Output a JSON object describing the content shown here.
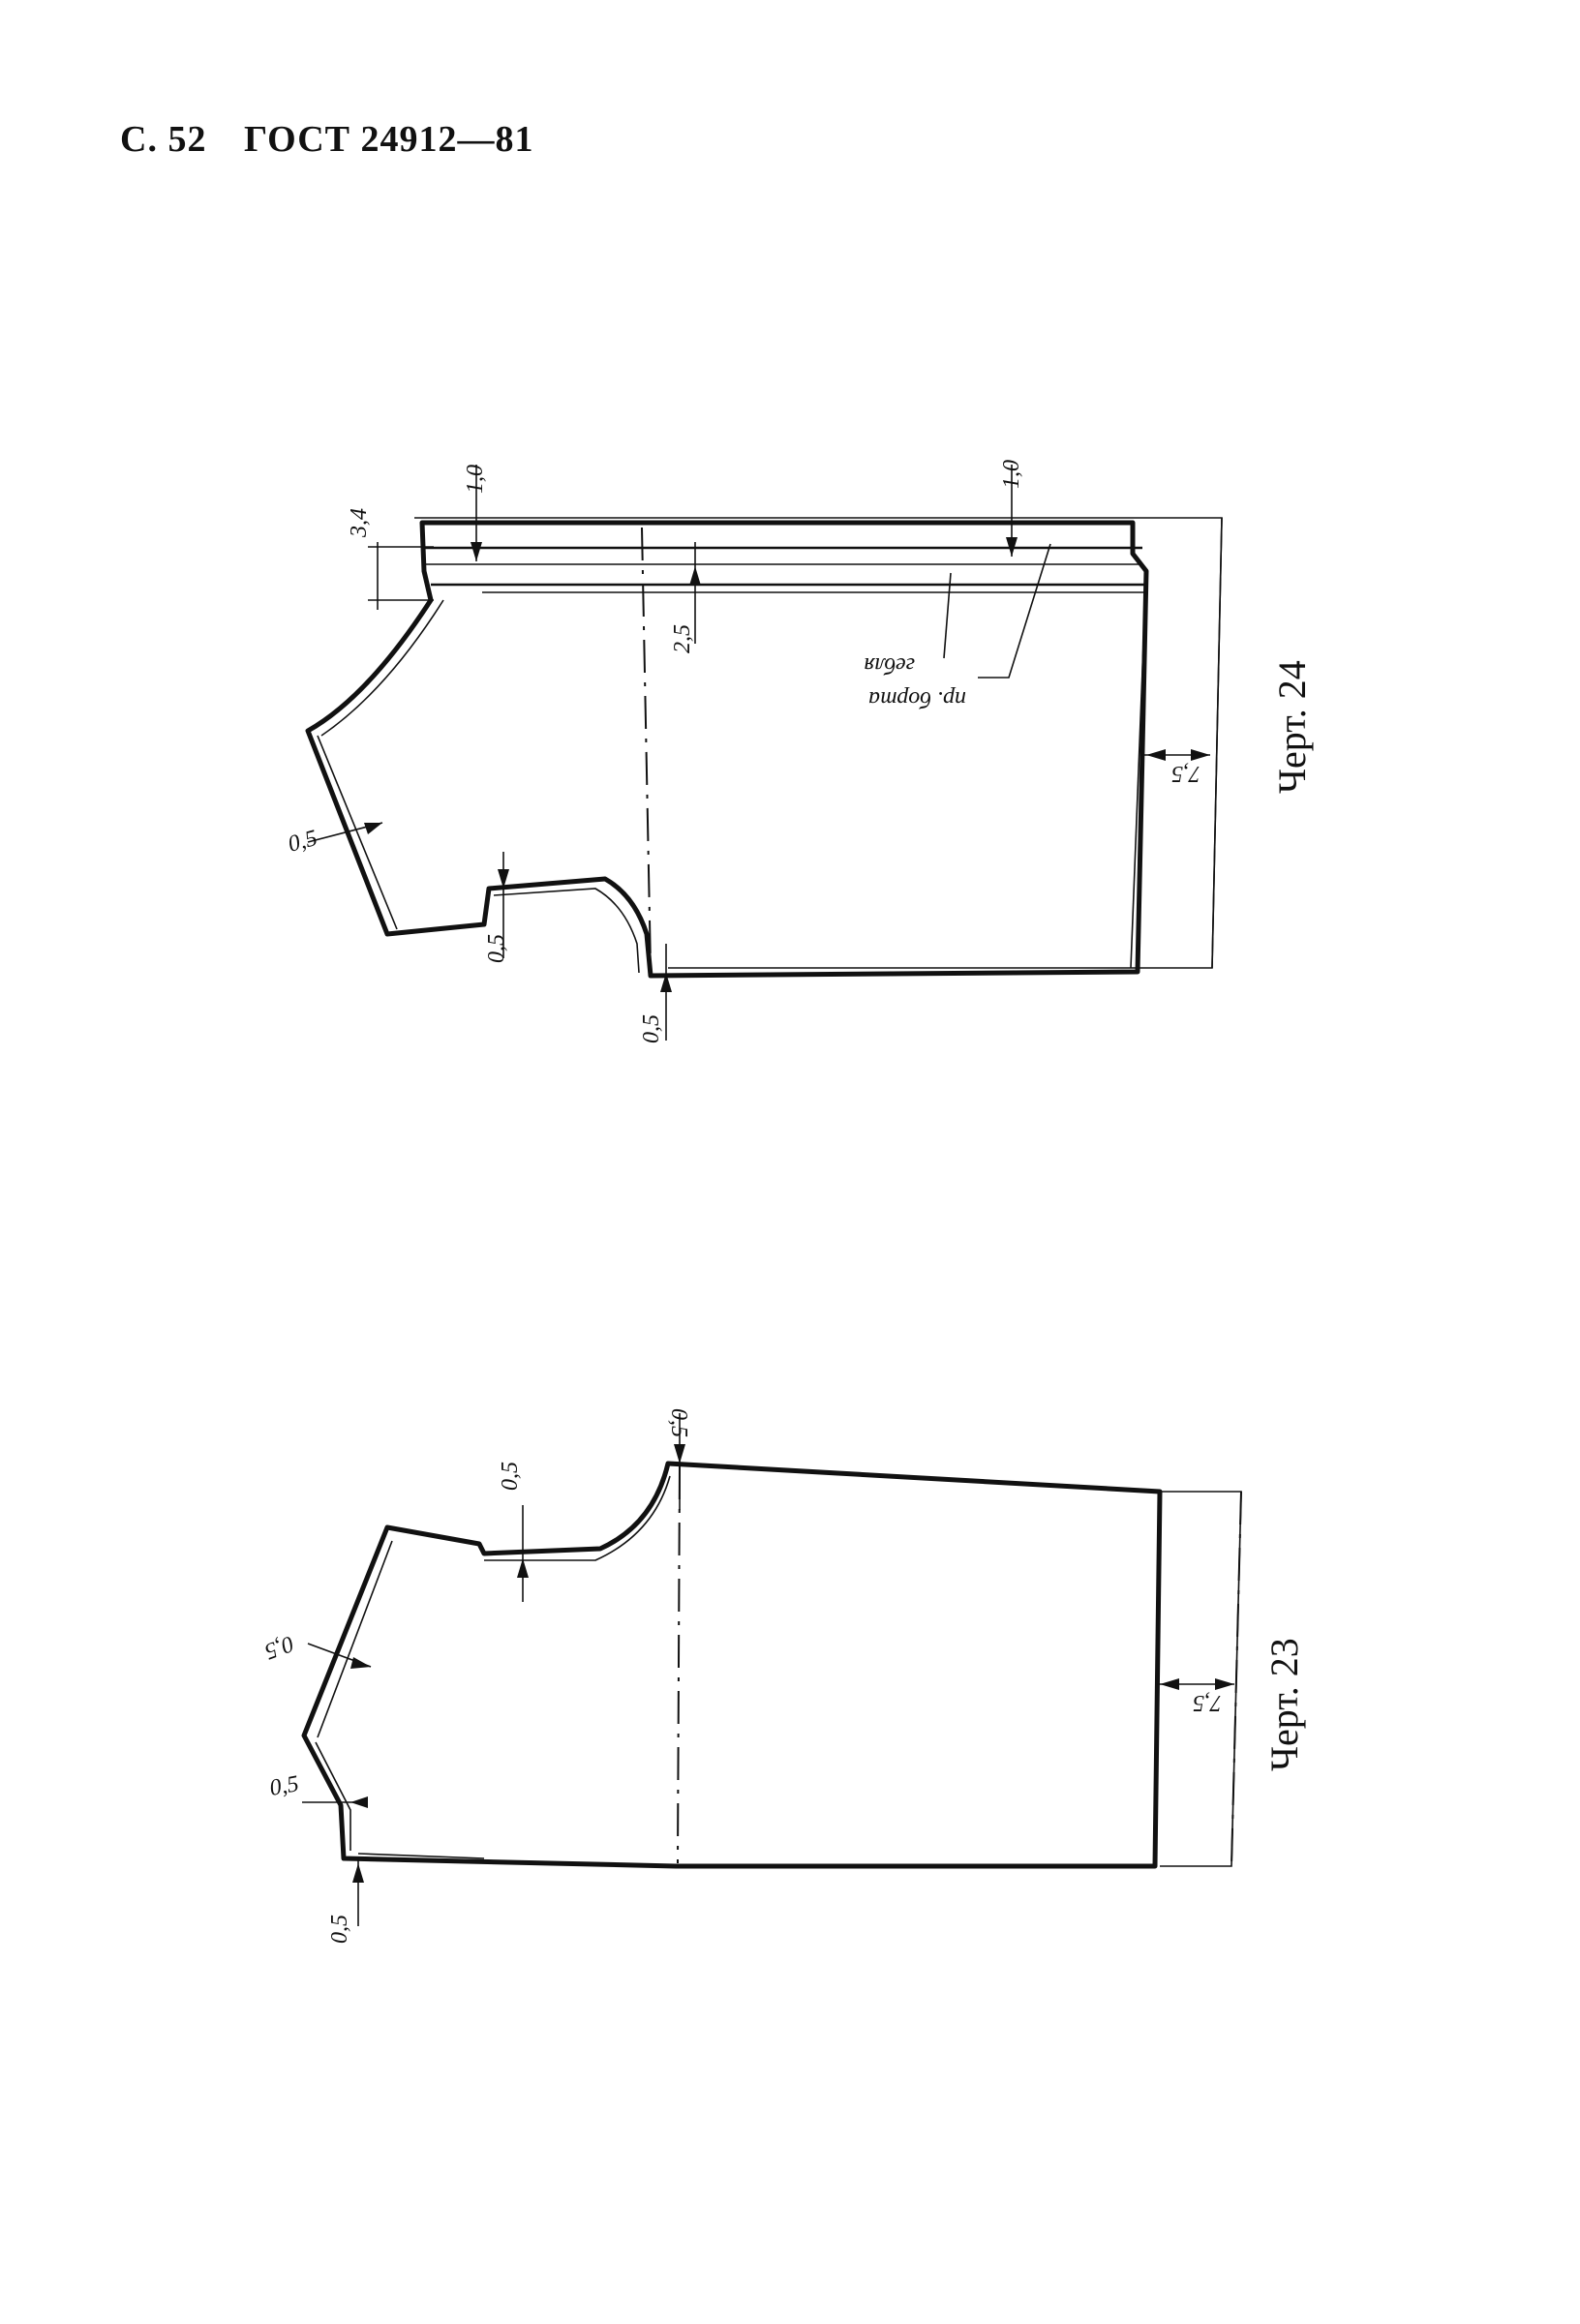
{
  "header": {
    "page": "С. 52",
    "standard": "ГОСТ 24912—81"
  },
  "drawing_24": {
    "caption": "Черт. 24",
    "dims": {
      "d_1_0_a": "1,0",
      "d_1_0_b": "1,0",
      "d_3_4": "3,4",
      "d_2_5": "2,5",
      "d_0_5_sleeve": "0,5",
      "d_0_5_arm": "0,5",
      "d_0_5_bottom": "0,5",
      "d_7_5": "7,5"
    },
    "labels": {
      "l_gebel": "гебля",
      "l_podborta": "пр. борта"
    }
  },
  "drawing_23": {
    "caption": "Черт. 23",
    "dims": {
      "d_0_5_top": "0,5",
      "d_0_5_arm": "0,5",
      "d_0_5_shoulder": "0,5",
      "d_0_5_neck": "0,5",
      "d_0_5_bottom": "0,5",
      "d_7_5": "7,5"
    }
  }
}
